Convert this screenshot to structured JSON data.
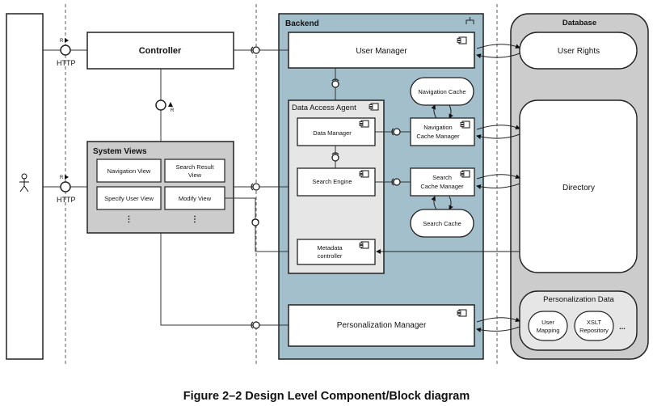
{
  "actor": {
    "icon": "stick-figure-icon"
  },
  "interfaces": {
    "http_top": {
      "label": "HTTP",
      "role": "R"
    },
    "http_bottom": {
      "label": "HTTP",
      "role": "R"
    },
    "controller_views": {
      "role": "R"
    }
  },
  "controller": {
    "label": "Controller"
  },
  "system_views": {
    "title": "System Views",
    "items": [
      "Navigation View",
      "Search Result",
      "View",
      "Specify User View",
      "Modify View"
    ],
    "more": "⋮"
  },
  "backend": {
    "title": "Backend",
    "user_manager": "User Manager",
    "data_access_agent": {
      "title": "Data Access Agent",
      "data_manager": "Data Manager",
      "search_engine": "Search Engine",
      "metadata_line1": "Metadata",
      "metadata_line2": "controller"
    },
    "navigation_cache": "Navigation Cache",
    "nav_cache_manager_line1": "Navigation",
    "nav_cache_manager_line2": "Cache Manager",
    "search_cache_manager_line1": "Search",
    "search_cache_manager_line2": "Cache Manager",
    "search_cache": "Search Cache",
    "personalization_manager": "Personalization Manager"
  },
  "database": {
    "title": "Database",
    "user_rights": "User Rights",
    "directory": "Directory",
    "personalization_data": {
      "title": "Personalization Data",
      "user_mapping_line1": "User",
      "user_mapping_line2": "Mapping",
      "xslt_line1": "XSLT",
      "xslt_line2": "Repository",
      "more": "..."
    }
  },
  "caption": "Figure 2–2 Design Level Component/Block diagram",
  "colors": {
    "backend_fill": "#a3bfcc",
    "grey_fill": "#cccccc",
    "light_grey_fill": "#e6e6e6",
    "stroke": "#222222"
  }
}
